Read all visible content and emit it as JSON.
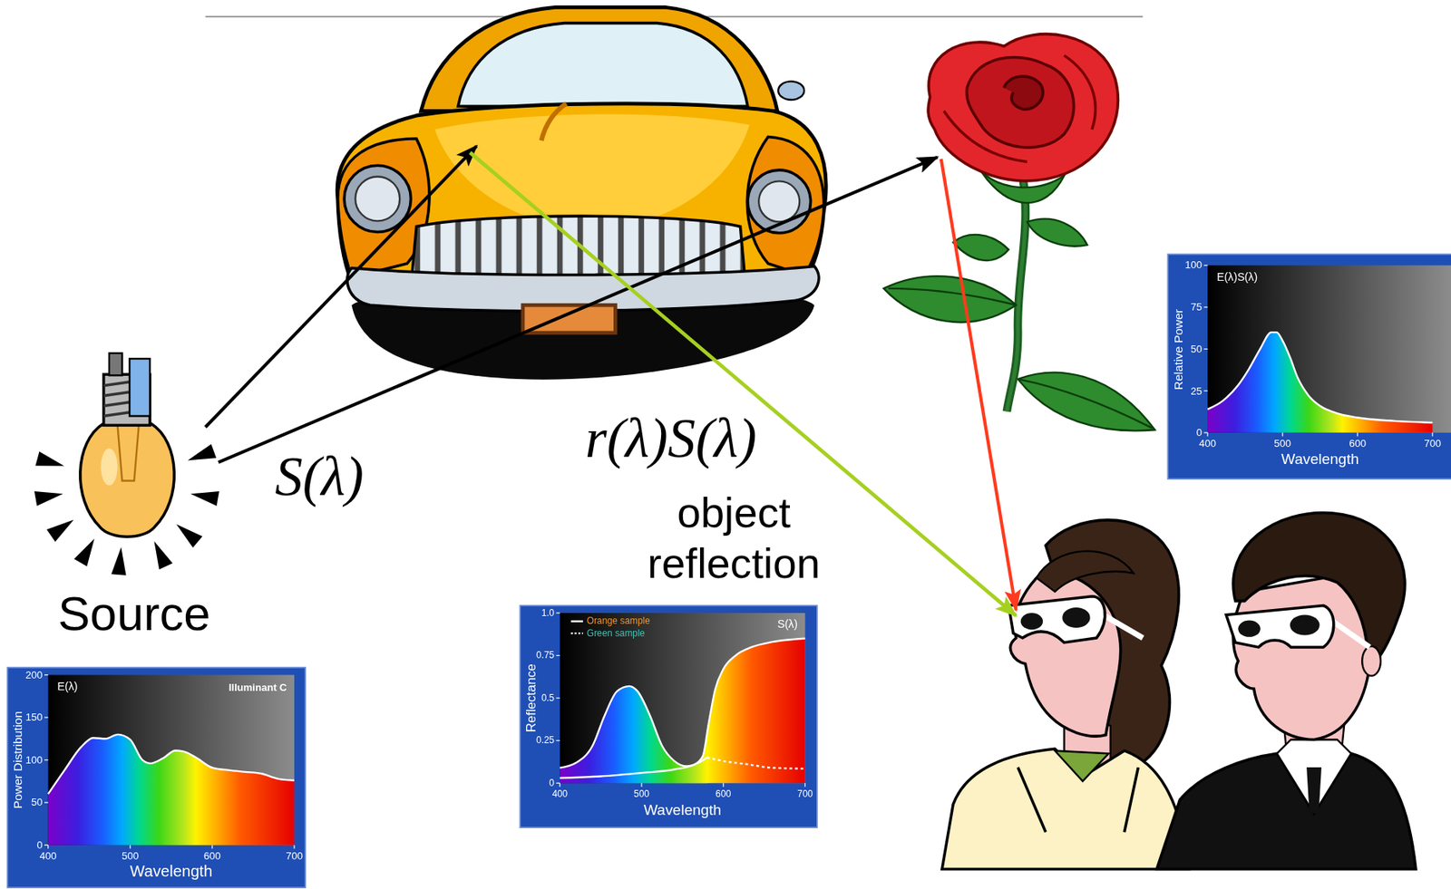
{
  "diagram": {
    "labels": [
      "Source",
      "S(λ)",
      "r(λ)S(λ)",
      "object reflection",
      "E(λ)",
      "Illuminant C",
      "Power Distribution",
      "200",
      "150",
      "100",
      "50",
      "0",
      "400",
      "500",
      "600",
      "700",
      "Wavelength",
      "S(λ)",
      "Reflectance",
      "1.0",
      "0.75",
      "0.5",
      "0.25",
      "0",
      "400",
      "500",
      "600",
      "700",
      "Wavelength",
      "E(λ)S(λ)",
      "Relative Power",
      "100",
      "75",
      "50",
      "25",
      "0",
      "400",
      "500",
      "600",
      "700",
      "Wavelength"
    ],
    "legend": [
      {
        "text": "Orange sample"
      },
      {
        "text": "Green sample"
      }
    ]
  }
}
